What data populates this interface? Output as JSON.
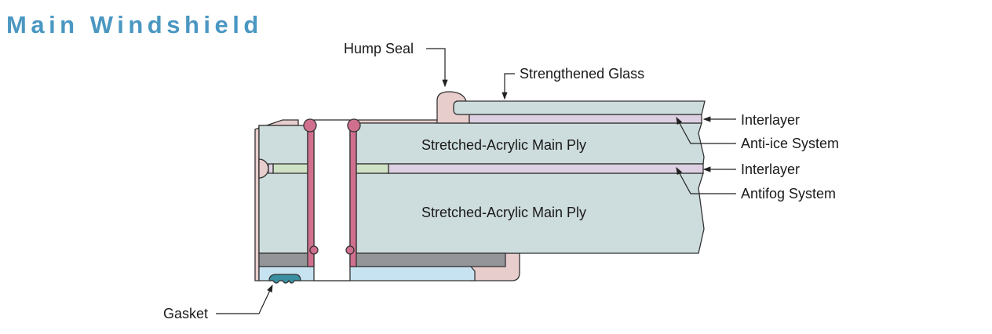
{
  "title": "Main Windshield",
  "labels": {
    "hump_seal": "Hump Seal",
    "strengthened_glass": "Strengthened Glass",
    "interlayer_top": "Interlayer",
    "anti_ice": "Anti-ice System",
    "interlayer_mid": "Interlayer",
    "antifog": "Antifog System",
    "gasket": "Gasket",
    "ply_upper": "Stretched-Acrylic Main Ply",
    "ply_lower": "Stretched-Acrylic Main Ply"
  },
  "colors": {
    "title": "#4a97c2",
    "acrylic": "#cddcdc",
    "interlayer": "#dcd0e2",
    "seal": "#e8cdcd",
    "bolt": "#d0708e",
    "green": "#cfe2c5",
    "spacer": "#939598",
    "blue": "#c7e3f2",
    "gasket": "#3a8fa0"
  }
}
